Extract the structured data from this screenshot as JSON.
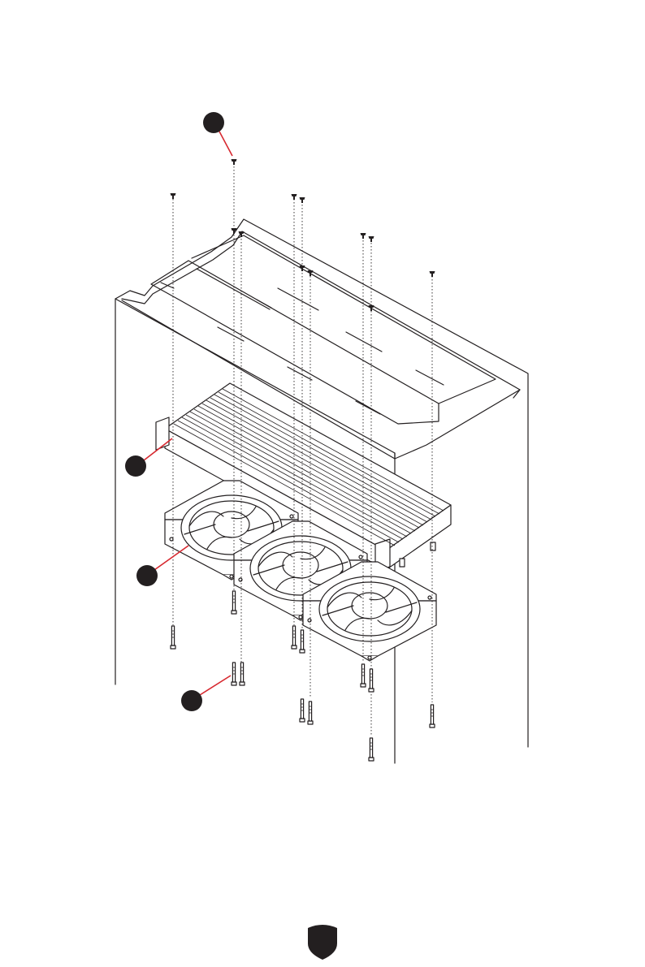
{
  "page": {
    "number": "",
    "logo_icon": "msi-shield-logo-icon"
  },
  "diagram": {
    "callouts": [
      {
        "id": "screws",
        "label": ""
      },
      {
        "id": "radiator",
        "label": ""
      },
      {
        "id": "fans",
        "label": ""
      },
      {
        "id": "long-screws",
        "label": ""
      }
    ],
    "colors": {
      "line": "#231f20",
      "leader": "#d7282f",
      "fill": "#ffffff"
    }
  }
}
